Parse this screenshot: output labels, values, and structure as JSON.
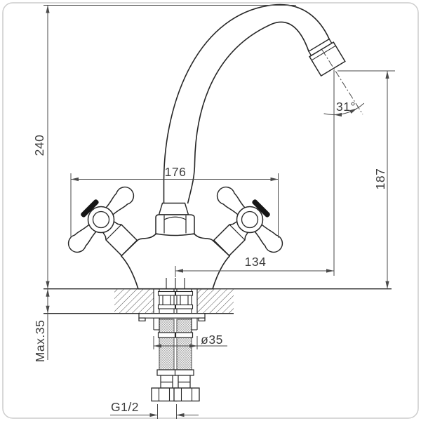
{
  "drawing": {
    "kind": "technical-drawing",
    "subject": "two-handle mono sink mixer faucet, front elevation with installation dimensions"
  },
  "labels": {
    "overall_height": "240",
    "max_deck_thickness": "Max.35",
    "handle_span": "176",
    "spout_reach": "134",
    "spout_height": "187",
    "outlet_angle": "31°",
    "mount_hole_diameter": "ø35",
    "connector_thread": "G1/2"
  },
  "colors": {
    "object_line": "#262626",
    "dimension_line": "#4a4a4a",
    "hatch_line": "#3a3a3a",
    "mesh_line": "#8f8f8f",
    "frame_border": "#cccccc",
    "background": "#ffffff"
  }
}
